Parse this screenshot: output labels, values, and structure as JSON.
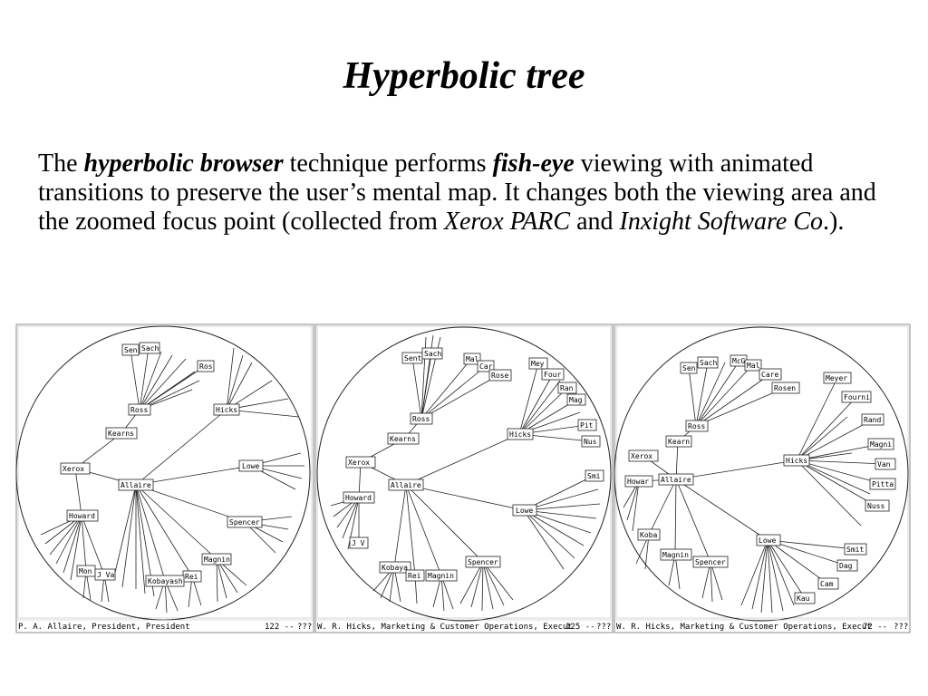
{
  "slide": {
    "title": "Hyperbolic tree",
    "para": {
      "t1": "The ",
      "t2": "hyperbolic browser",
      "t3": " technique performs ",
      "t4": "fish-eye",
      "t5": " viewing with animated transitions to preserve the user’s mental map. It changes both the viewing area and the zoomed focus point (collected from ",
      "t6": "Xerox PARC",
      "t7": " and ",
      "t8": "Inxight Software Co",
      "t9": ".)."
    }
  },
  "panels": [
    {
      "status_name": "P. A. Allaire, President, President",
      "status_count": "122 --",
      "status_q": "???"
    },
    {
      "status_name": "W. R. Hicks, Marketing & Customer Operations, Execut",
      "status_count": "125 --",
      "status_q": "???"
    },
    {
      "status_name": "W. R. Hicks, Marketing & Customer Operations, Execut",
      "status_count": "72 --",
      "status_q": "???"
    }
  ]
}
